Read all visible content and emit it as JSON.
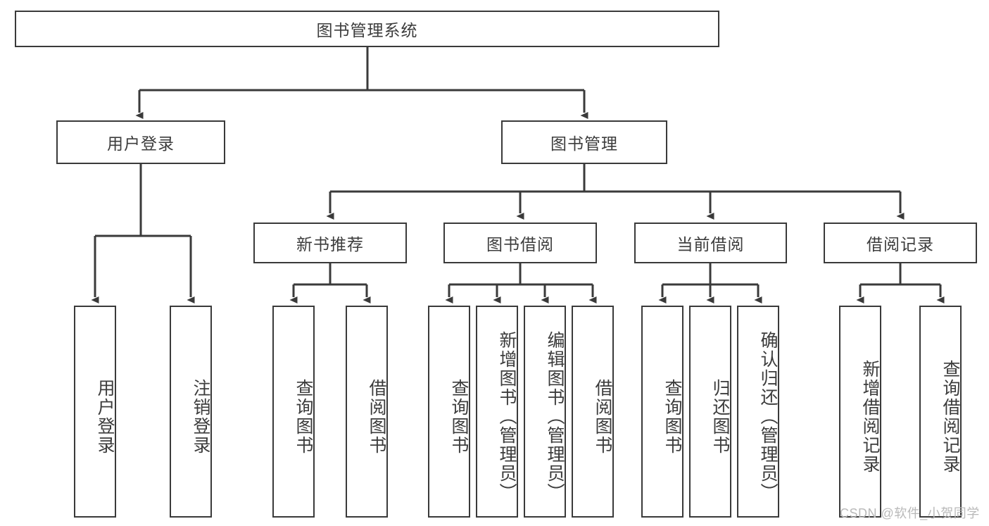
{
  "diagram": {
    "title": "图书管理系统",
    "watermark": "CSDN @软件_小贺同学",
    "colors": {
      "stroke": "#3a3a3a",
      "text": "#3c3c3c",
      "background": "#ffffff",
      "watermark": "#b9b9b9"
    },
    "root": {
      "label": "图书管理系统"
    },
    "level2": [
      {
        "label": "用户登录"
      },
      {
        "label": "图书管理"
      }
    ],
    "level3": [
      {
        "label": "新书推荐"
      },
      {
        "label": "图书借阅"
      },
      {
        "label": "当前借阅"
      },
      {
        "label": "借阅记录"
      }
    ],
    "leaves": {
      "user_login": [
        {
          "label": "用户登录"
        },
        {
          "label": "注销登录"
        }
      ],
      "new_books": [
        {
          "label": "查询图书"
        },
        {
          "label": "借阅图书"
        }
      ],
      "book_borrow": [
        {
          "label": "查询图书"
        },
        {
          "label": "新增图书（管理员）"
        },
        {
          "label": "编辑图书（管理员）"
        },
        {
          "label": "借阅图书"
        }
      ],
      "current_borrow": [
        {
          "label": "查询图书"
        },
        {
          "label": "归还图书"
        },
        {
          "label": "确认归还（管理员）"
        }
      ],
      "borrow_records": [
        {
          "label": "新增借阅记录"
        },
        {
          "label": "查询借阅记录"
        }
      ]
    }
  }
}
